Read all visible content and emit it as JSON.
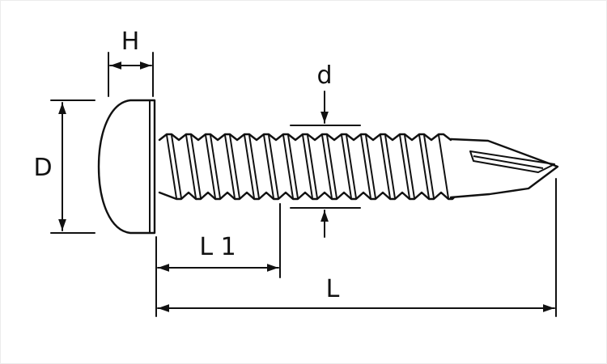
{
  "diagram": {
    "type": "technical-drawing",
    "subject": "self-drilling pan head screw dimensional diagram",
    "labels": {
      "head_height": "H",
      "head_diameter": "D",
      "thread_diameter": "d",
      "thread_length": "L 1",
      "total_length": "L"
    },
    "colors": {
      "line": "#111111",
      "background": "#ffffff"
    }
  }
}
